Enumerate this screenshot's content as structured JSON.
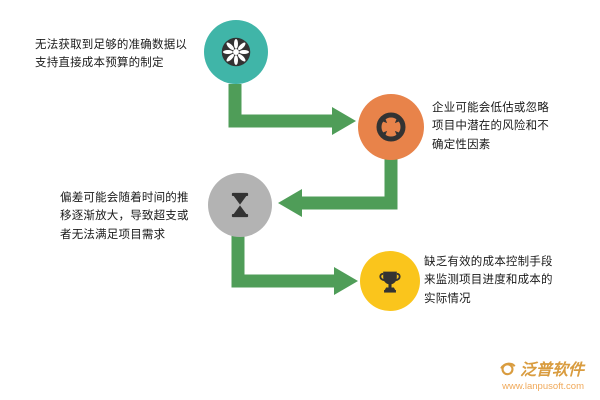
{
  "diagram": {
    "arrow_color": "#4f9d58",
    "icon_color": "#333333",
    "steps": [
      {
        "label": "无法获取到足够的准确数据以\n支持直接成本预算的制定",
        "icon": "kiwi-slice-icon",
        "circle_color": "#40b5a8"
      },
      {
        "label": "企业可能会低估或忽略\n项目中潜在的风险和不\n确定性因素",
        "icon": "target-ring-icon",
        "circle_color": "#e8834a"
      },
      {
        "label": "偏差可能会随着时间的推\n移逐渐放大，导致超支或\n者无法满足项目需求",
        "icon": "hourglass-icon",
        "circle_color": "#b3b3b3"
      },
      {
        "label": "缺乏有效的成本控制手段\n来监测项目进度和成本的\n实际情况",
        "icon": "trophy-icon",
        "circle_color": "#fac51c"
      }
    ]
  },
  "footer": {
    "brand": "泛普软件",
    "url": "www.lanpusoft.com",
    "brand_color": "#d99c3f",
    "url_color": "#f0a95a"
  }
}
